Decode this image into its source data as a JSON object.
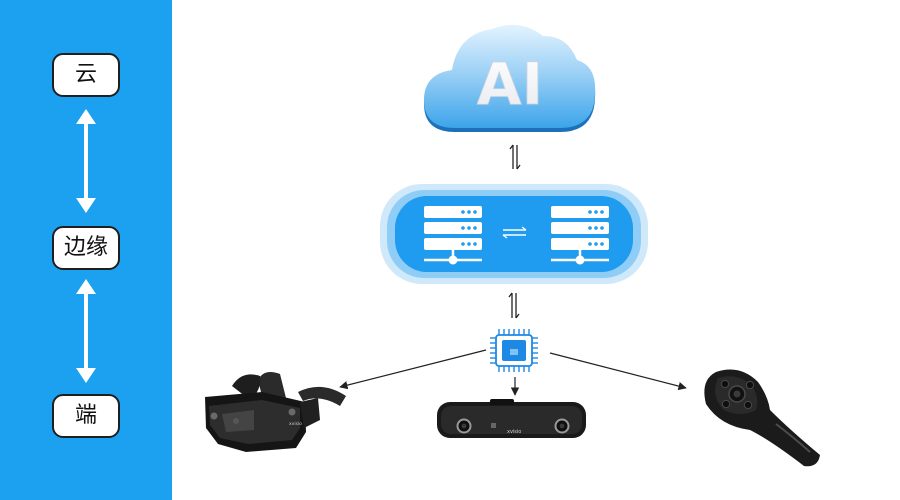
{
  "sidebar": {
    "tiers": [
      {
        "label": "云"
      },
      {
        "label": "边缘"
      },
      {
        "label": "端"
      }
    ]
  },
  "cloud": {
    "text": "AI"
  },
  "devices": {
    "headset_brand": "xvisio",
    "camera_brand": "xvisio"
  },
  "colors": {
    "sidebar": "#1ba1ef",
    "server_panel": "#1f9bef",
    "cloud_top": "#dff1ff",
    "cloud_bottom": "#3ea6ea",
    "chip": "#1e88e5"
  }
}
